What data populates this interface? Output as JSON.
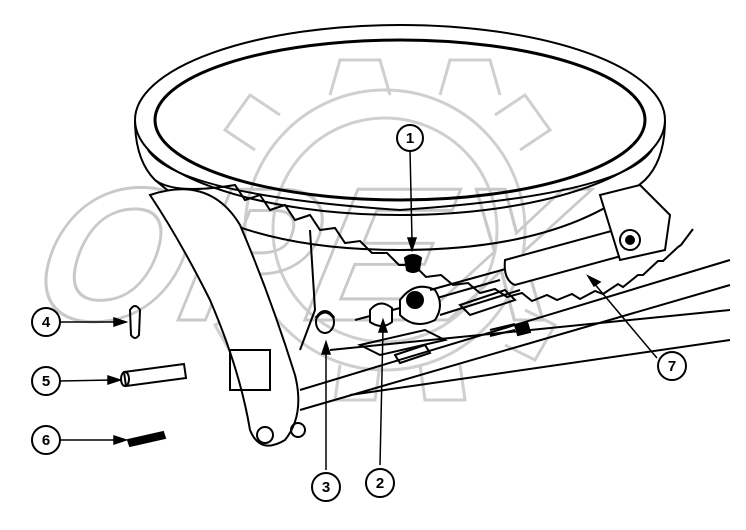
{
  "watermark": {
    "text": "OPEX"
  },
  "callouts": [
    {
      "id": "callout-1",
      "label": "1"
    },
    {
      "id": "callout-2",
      "label": "2"
    },
    {
      "id": "callout-3",
      "label": "3"
    },
    {
      "id": "callout-4",
      "label": "4"
    },
    {
      "id": "callout-5",
      "label": "5"
    },
    {
      "id": "callout-6",
      "label": "6"
    },
    {
      "id": "callout-7",
      "label": "7"
    }
  ],
  "colors": {
    "line": "#000000",
    "watermark": "#c9c9c9",
    "background": "#ffffff"
  }
}
